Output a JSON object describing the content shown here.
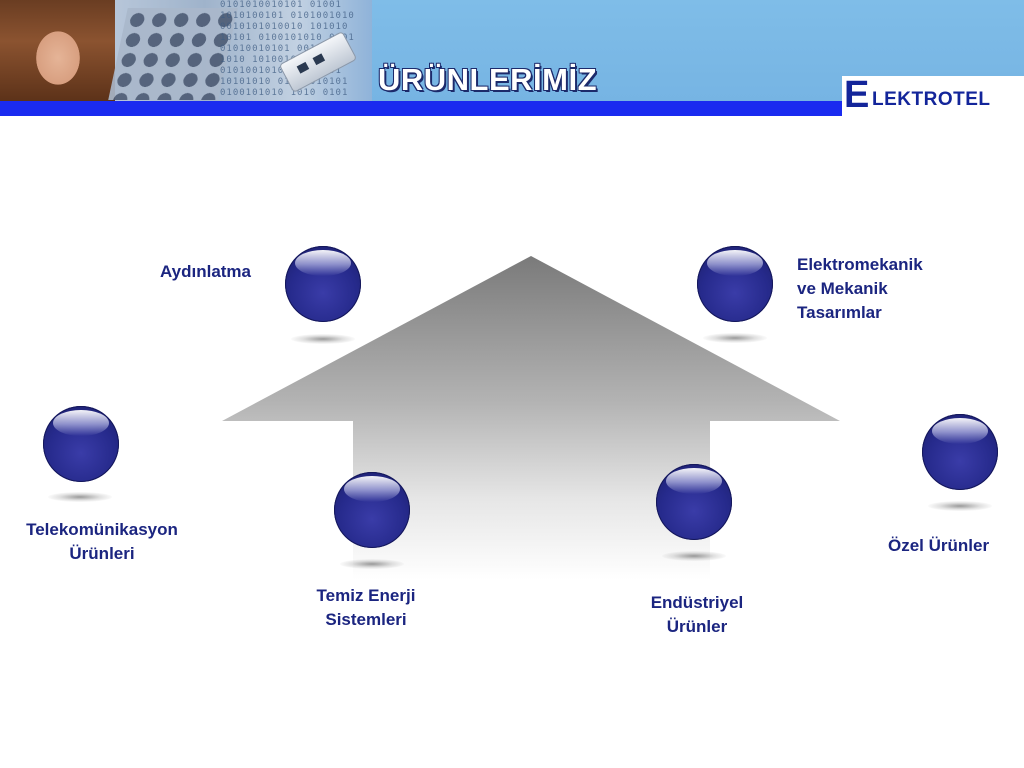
{
  "header": {
    "title": "ÜRÜNLERİMİZ",
    "logo": {
      "initial": "E",
      "rest": "LEKTROTEL"
    },
    "photo_binary_text": "0101010010101 01001\n1010100101 0101001010\n0010101010010 101010\n10101 0100101010 0101\n01010010101 0010101\n1010 10100101010 101\n0101001010 10100101\n10101010 0101 010101\n0100101010 1010 0101"
  },
  "nodes": [
    {
      "id": "aydinlatma",
      "label_lines": [
        "Aydınlatma"
      ]
    },
    {
      "id": "elektromekanik",
      "label_lines": [
        "Elektromekanik",
        "ve Mekanik",
        "Tasarımlar"
      ]
    },
    {
      "id": "telekom",
      "label_lines": [
        "Telekomünikasyon",
        "Ürünleri"
      ]
    },
    {
      "id": "temiz-enerji",
      "label_lines": [
        "Temiz Enerji",
        "Sistemleri"
      ]
    },
    {
      "id": "endustriyel",
      "label_lines": [
        "Endüstriyel",
        "Ürünler"
      ]
    },
    {
      "id": "ozel",
      "label_lines": [
        "Özel Ürünler"
      ]
    }
  ],
  "colors": {
    "header_band": "#7fbde8",
    "header_rule": "#1a2bf0",
    "label_text": "#1b2580",
    "node_fill": "#262a8c",
    "logo": "#13259a"
  }
}
